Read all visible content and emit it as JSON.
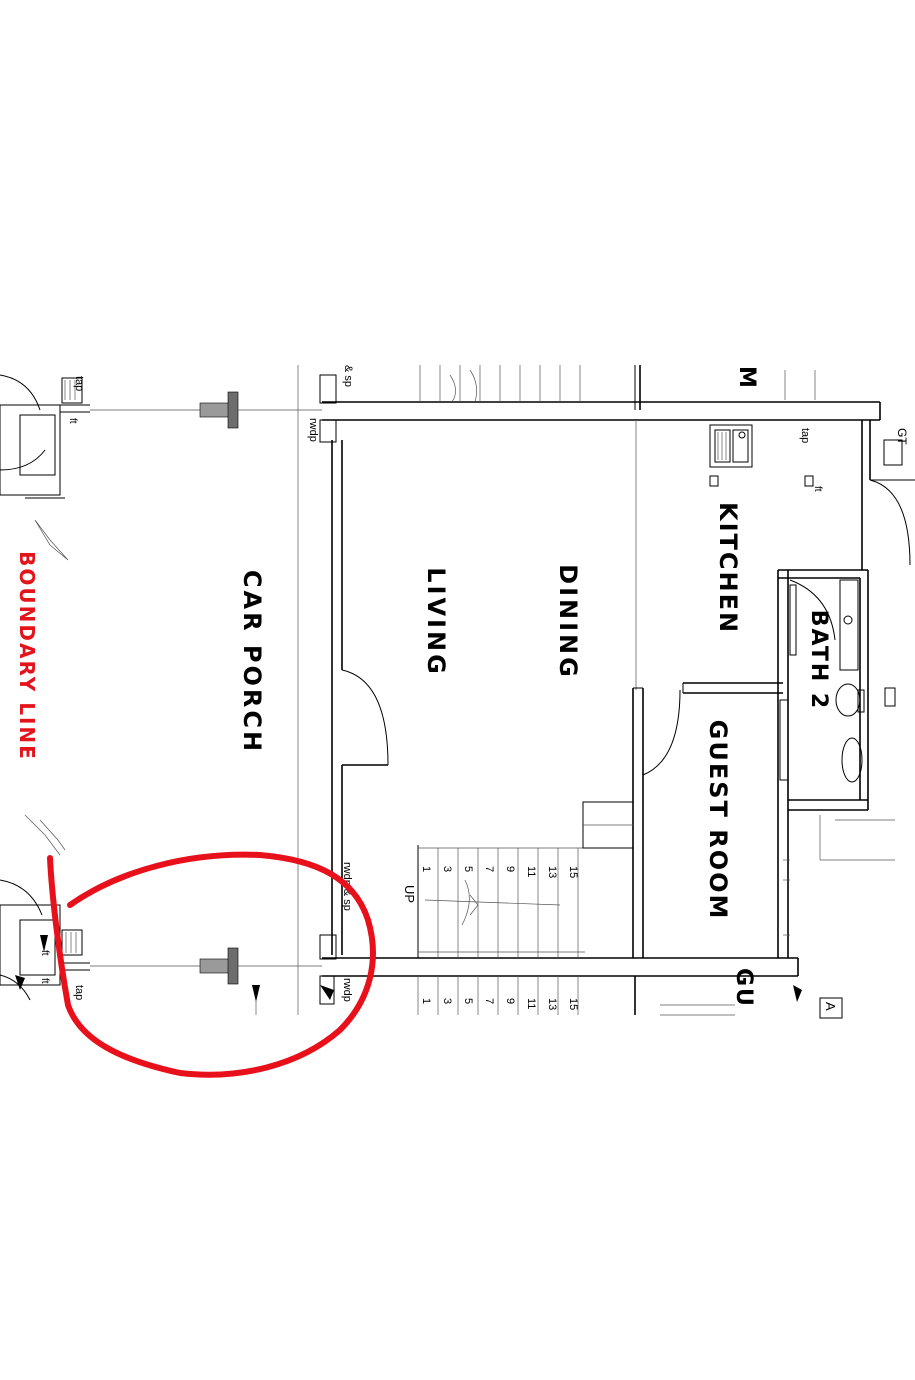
{
  "rooms": {
    "car_porch": "CAR PORCH",
    "living": "LIVING",
    "dining": "DINING",
    "kitchen": "KITCHEN",
    "bath_2": "BATH 2",
    "guest_room": "GUEST ROOM",
    "guest_cut": "GU",
    "m_cut": "M"
  },
  "boundary": {
    "label": "BOUNDARY LINE",
    "color": "#e3141b"
  },
  "fixtures": {
    "tap_top": "tap",
    "tap_kitchen": "tap",
    "tap_bottom": "tap",
    "ft_top": "ft",
    "ft_kitchen": "ft",
    "ft_bottom_a": "ft",
    "ft_bottom_b": "ft",
    "rwdp_top": "rwdp",
    "sp_top": "& sp",
    "rwdp_sp_bottom": "rwdp & sp",
    "rwdp_bottom": "rwdp",
    "gt": "GT",
    "up": "UP",
    "a_cut": "A"
  },
  "stairs": {
    "upper_steps": [
      "1",
      "3",
      "5",
      "7",
      "9",
      "11",
      "13",
      "15"
    ],
    "lower_steps": [
      "1",
      "3",
      "5",
      "7",
      "9",
      "11",
      "13",
      "15"
    ]
  },
  "annotation": {
    "color": "#e8101a",
    "shape": "freehand-circle"
  }
}
